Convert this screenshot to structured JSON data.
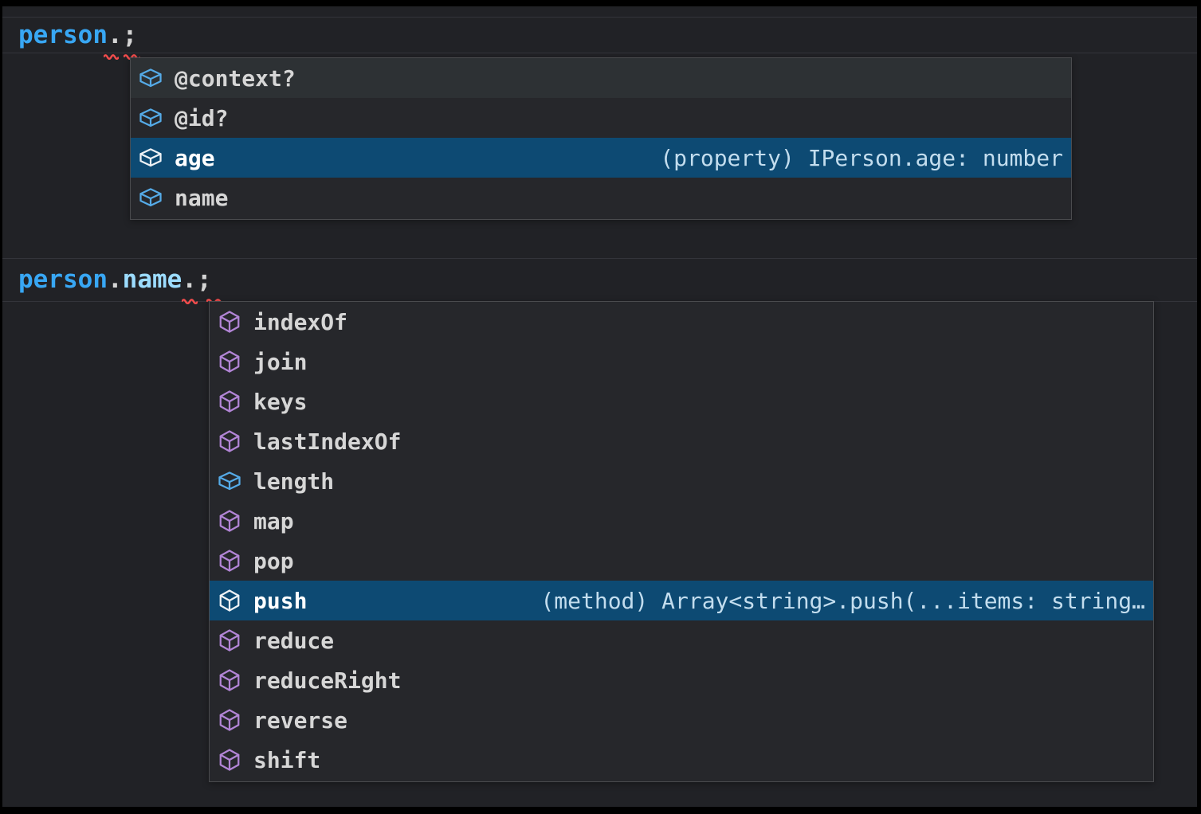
{
  "colors": {
    "selection_background": "#0d4a73",
    "hover_background": "#2d3134",
    "widget_background": "#26272b",
    "widget_border": "#4a4b4e",
    "editor_background": "#212226",
    "field_icon_color": "#55abe8",
    "method_icon_color": "#b285d6",
    "error_squiggle_color": "#f14c4c",
    "variable_color": "#38a7f4",
    "property_color": "#9cdcfe",
    "punctuation_color": "#d4d4d4"
  },
  "code_lines": [
    {
      "name": "line-1",
      "tokens": [
        {
          "text": "person",
          "color": "#38a7f4"
        },
        {
          "text": ".",
          "color": "#d4d4d4"
        },
        {
          "text": ";",
          "color": "#d4d4d4"
        }
      ]
    },
    {
      "name": "line-2",
      "tokens": [
        {
          "text": "person",
          "color": "#38a7f4"
        },
        {
          "text": ".",
          "color": "#d4d4d4"
        },
        {
          "text": "name",
          "color": "#9cdcfe"
        },
        {
          "text": ".",
          "color": "#d4d4d4"
        },
        {
          "text": ";",
          "color": "#d4d4d4"
        }
      ]
    }
  ],
  "suggest_popups": [
    {
      "name": "person-member-suggestions",
      "items": [
        {
          "label": "@context?",
          "kind": "field",
          "state": "hover",
          "detail": ""
        },
        {
          "label": "@id?",
          "kind": "field",
          "state": "",
          "detail": ""
        },
        {
          "label": "age",
          "kind": "field",
          "state": "selected",
          "detail": "(property) IPerson.age: number"
        },
        {
          "label": "name",
          "kind": "field",
          "state": "",
          "detail": ""
        }
      ]
    },
    {
      "name": "string-member-suggestions",
      "items": [
        {
          "label": "indexOf",
          "kind": "method",
          "state": "",
          "detail": ""
        },
        {
          "label": "join",
          "kind": "method",
          "state": "",
          "detail": ""
        },
        {
          "label": "keys",
          "kind": "method",
          "state": "",
          "detail": ""
        },
        {
          "label": "lastIndexOf",
          "kind": "method",
          "state": "",
          "detail": ""
        },
        {
          "label": "length",
          "kind": "field",
          "state": "",
          "detail": ""
        },
        {
          "label": "map",
          "kind": "method",
          "state": "",
          "detail": ""
        },
        {
          "label": "pop",
          "kind": "method",
          "state": "",
          "detail": ""
        },
        {
          "label": "push",
          "kind": "method",
          "state": "selected",
          "detail": "(method) Array<string>.push(...items: string…"
        },
        {
          "label": "reduce",
          "kind": "method",
          "state": "",
          "detail": ""
        },
        {
          "label": "reduceRight",
          "kind": "method",
          "state": "",
          "detail": ""
        },
        {
          "label": "reverse",
          "kind": "method",
          "state": "",
          "detail": ""
        },
        {
          "label": "shift",
          "kind": "method",
          "state": "",
          "detail": ""
        }
      ]
    }
  ]
}
